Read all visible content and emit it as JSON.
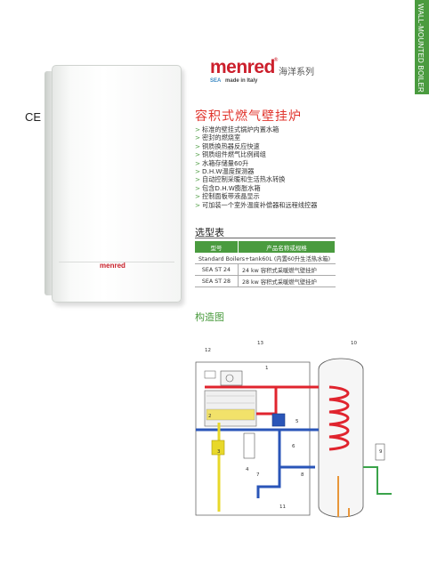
{
  "side_tab": "WALL-MOUNTED BOILER",
  "ce_mark": "CE",
  "brand": {
    "name": "menred",
    "registered": "®",
    "series": "海洋系列",
    "sea": "SEA",
    "made_in": "made in Italy"
  },
  "boiler_logo": "menred",
  "main_title": "容积式燃气壁挂炉",
  "features": [
    "标准的壁挂式锅炉内置水箱",
    "密封的燃烧室",
    "铜质换热器反应快速",
    "铜质组件燃气比例阀组",
    "水箱存储量60升",
    "D.H.W温度探测器",
    "自动控制采暖和生活热水转换",
    "包含D.H.W膨胀水箱",
    "控制面板带液晶显示",
    "可加装一个室外温度补偿器和远程线控器"
  ],
  "feature_marker": ">",
  "section_spec": "选型表",
  "spec_table": {
    "headers": [
      "型号",
      "产品名称或规格"
    ],
    "full_row": "Standard Boilers+tank60L (内置60升生活热水箱)",
    "rows": [
      {
        "model": "SEA ST 24",
        "desc": "24 kw 容积式采暖燃气壁挂炉"
      },
      {
        "model": "SEA ST 28",
        "desc": "28 kw 容积式采暖燃气壁挂炉"
      }
    ]
  },
  "section_structure": "构造图",
  "diagram_labels": [
    "13",
    "10",
    "12",
    "1",
    "2",
    "3",
    "4",
    "5",
    "6",
    "7",
    "8",
    "9",
    "11"
  ],
  "colors": {
    "accent_green": "#4a9b3f",
    "brand_red": "#cc1f2c",
    "title_red": "#e0342c",
    "pipe_red": "#e0242e",
    "pipe_blue": "#2a55b8",
    "pipe_yellow": "#e8d82a",
    "pipe_orange": "#e8963a"
  }
}
